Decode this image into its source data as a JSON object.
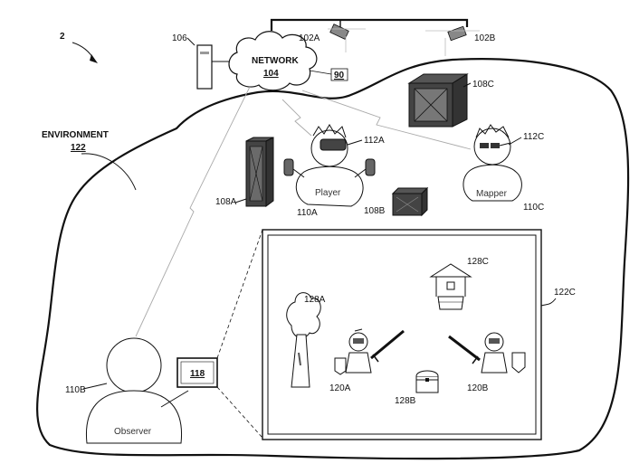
{
  "figure_number": "2",
  "environment": {
    "label": "ENVIRONMENT",
    "ref": "122"
  },
  "network": {
    "label": "NETWORK",
    "ref": "104"
  },
  "box90": "90",
  "server": "106",
  "cameras": {
    "a": "102A",
    "b": "102B"
  },
  "objects": {
    "a": "108A",
    "b": "108B",
    "c": "108C"
  },
  "headsets": {
    "a": "112A",
    "c": "112C"
  },
  "people": {
    "player": {
      "name": "Player",
      "ref": "110A"
    },
    "mapper": {
      "name": "Mapper",
      "ref": "110C"
    },
    "observer": {
      "name": "Observer",
      "ref": "110B"
    }
  },
  "tablet_ref": "118",
  "display_ref": "122C",
  "virtual": {
    "tree": "128A",
    "chest": "128B",
    "well": "128C",
    "knight_a": "120A",
    "knight_b": "120B"
  }
}
